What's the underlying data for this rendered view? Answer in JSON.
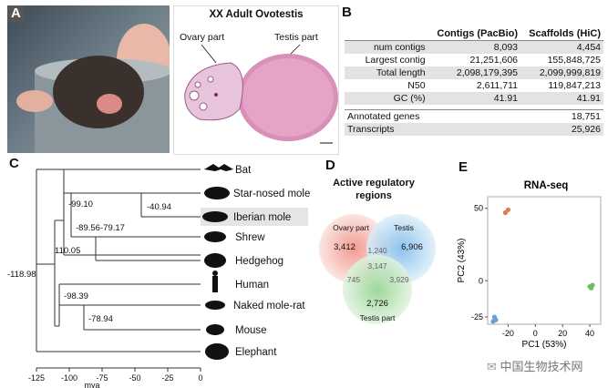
{
  "panels": {
    "A": "A",
    "B": "B",
    "C": "C",
    "D": "D",
    "E": "E"
  },
  "histology": {
    "title": "XX Adult Ovotestis",
    "ovary_label": "Ovary part",
    "testis_label": "Testis part"
  },
  "table": {
    "col1": "Contigs (PacBio)",
    "col2": "Scaffolds (HiC)",
    "rows": [
      {
        "k": "num contigs",
        "a": "8,093",
        "b": "4,454"
      },
      {
        "k": "Largest contig",
        "a": "21,251,606",
        "b": "155,848,725"
      },
      {
        "k": "Total length",
        "a": "2,098,179,395",
        "b": "2,099,999,819"
      },
      {
        "k": "N50",
        "a": "2,611,711",
        "b": "119,847,213"
      },
      {
        "k": "GC (%)",
        "a": "41.91",
        "b": "41.91"
      }
    ],
    "rows2": [
      {
        "k": "Annotated genes",
        "b": "18,751"
      },
      {
        "k": "Transcripts",
        "b": "25,926"
      }
    ]
  },
  "tree": {
    "taxa": [
      "Bat",
      "Star-nosed mole",
      "Iberian mole",
      "Shrew",
      "Hedgehog",
      "Human",
      "Naked mole-rat",
      "Mouse",
      "Elephant"
    ],
    "nodes": [
      "-99.10",
      "-40.94",
      "-89.56",
      "-79.17",
      "110.05",
      "-98.39",
      "-78.94",
      "-118.98"
    ],
    "axis_ticks": [
      "-125",
      "-100",
      "-75",
      "-50",
      "-25",
      "0"
    ],
    "axis_label": "mya"
  },
  "venn": {
    "title_line1": "Active regulatory",
    "title_line2": "regions",
    "sets": [
      "Ovary part",
      "Testis",
      "Testis part"
    ],
    "values": {
      "ovary_only": "3,412",
      "testis_only": "6,906",
      "testispart_only": "2,726",
      "ovary_testis": "1,240",
      "ovary_testispart": "745",
      "testis_testispart": "3,929",
      "all": "3,147"
    },
    "colors": {
      "ovary": "#f08a7e",
      "testis": "#7ab8e8",
      "testispart": "#8fd08a"
    }
  },
  "chart_data": {
    "type": "scatter",
    "title": "RNA-seq",
    "xlabel": "PC1 (53%)",
    "ylabel": "PC2 (43%)",
    "xlim": [
      -35,
      48
    ],
    "ylim": [
      -30,
      58
    ],
    "xticks": [
      "-20",
      "0",
      "20",
      "40"
    ],
    "yticks": [
      "50",
      "0",
      "-25"
    ],
    "xtick_values": [
      -20,
      0,
      20,
      40
    ],
    "ytick_values": [
      50,
      0,
      -25
    ],
    "series": [
      {
        "color": "#e07a50",
        "points": [
          [
            -22,
            47
          ],
          [
            -20,
            49
          ]
        ]
      },
      {
        "color": "#6a9fd4",
        "points": [
          [
            -30,
            -25
          ],
          [
            -29,
            -27
          ],
          [
            -31,
            -28
          ]
        ]
      },
      {
        "color": "#6dbb63",
        "points": [
          [
            40,
            -4
          ],
          [
            42,
            -3
          ],
          [
            41,
            -5
          ]
        ]
      }
    ]
  },
  "watermark": "中国生物技术网"
}
